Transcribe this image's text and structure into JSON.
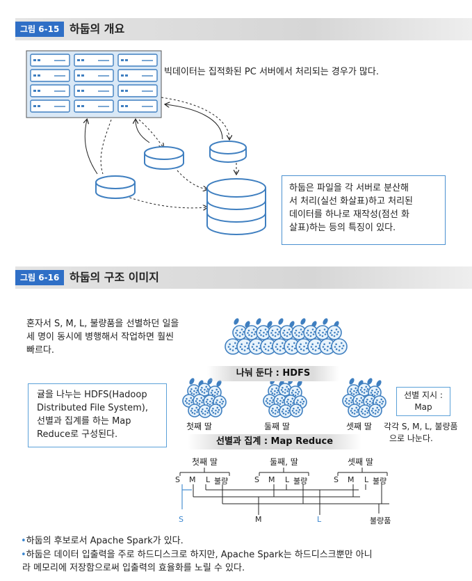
{
  "figure1": {
    "tag": "그림 6-15",
    "title": "하둡의 개요",
    "caption": "빅데이터는 집적화된 PC 서버에서 처리되는 경우가 많다.",
    "note_lines": [
      "하둡은 파일을 각 서버로 분산해",
      "서 처리(실선 화살표)하고 처리된",
      "데이터를 하나로 재작성(점선 화",
      "살표)하는 등의 특징이 있다."
    ]
  },
  "figure2": {
    "tag": "그림 6-16",
    "title": "하둡의 구조 이미지",
    "intro_lines": [
      "혼자서 S, M, L, 불량품을 선별하던 일을",
      "세 명이 동시에 병행해서 작업하면 훨씬",
      "빠르다."
    ],
    "hdfs_label": "나눠 둔다 : HDFS",
    "desc_lines": [
      "귤을 나누는 HDFS(Hadoop",
      "Distributed File System),",
      "선별과 집계를 하는 Map",
      "Reduce로 구성된다."
    ],
    "daughters": [
      "첫째 딸",
      "둘째 딸",
      "셋째 딸"
    ],
    "map_box_lines": [
      "선별 지시 :",
      "Map"
    ],
    "sort_note_lines": [
      "각각 S, M, L, 불량품",
      "으로 나눈다."
    ],
    "mapreduce_label": "선별과 집계 : Map Reduce",
    "tree_parents": [
      "첫째 딸",
      "둘째, 딸",
      "셋째 딸"
    ],
    "grades": [
      "S",
      "M",
      "L",
      "불량"
    ],
    "final": [
      "S",
      "M",
      "L",
      "불량품"
    ]
  },
  "bullets": [
    [
      "하둡의 후보로서 Apache Spark가 있다."
    ],
    [
      "하둡은 데이터 입출력을 주로 하드디스크로 하지만, Apache Spark는 하드디스크뿐만 아니",
      "라 메모리에 저장함으로써 입출력의 효율화를 노릴 수 있다."
    ]
  ],
  "colors": {
    "accent": "#2f6fc6",
    "line_blue": "#4a90d0",
    "orange": "#f39a3a",
    "mint": "#e8f3fb"
  }
}
